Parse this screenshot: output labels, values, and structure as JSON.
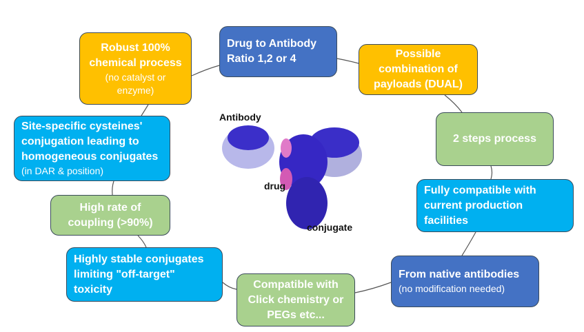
{
  "center": {
    "labels": {
      "antibody": "Antibody",
      "drug": "drug",
      "conjugate": "conjugate"
    }
  },
  "boxes": [
    {
      "title": "Robust 100% chemical process",
      "sub": "(no catalyst or enzyme)"
    },
    {
      "title": "Drug to Antibody Ratio 1,2 or 4",
      "sub": ""
    },
    {
      "title": "Possible combination of payloads (DUAL)",
      "sub": ""
    },
    {
      "title": "2 steps process",
      "sub": ""
    },
    {
      "title": "Fully compatible with current production facilities",
      "sub": ""
    },
    {
      "title": "From native antibodies",
      "sub": "(no modification needed)"
    },
    {
      "title": "Compatible with Click chemistry or PEGs etc...",
      "sub": ""
    },
    {
      "title": "Highly stable conjugates limiting \"off-target\" toxicity",
      "sub": ""
    },
    {
      "title": "High rate of coupling (>90%)",
      "sub": ""
    },
    {
      "title": "Site-specific cysteines' conjugation leading to homogeneous conjugates",
      "sub": "(in DAR & position)"
    }
  ],
  "colors": {
    "orange": "#FFC000",
    "dark_blue": "#4472C4",
    "light_blue": "#00B0F0",
    "green": "#A9D18E"
  }
}
